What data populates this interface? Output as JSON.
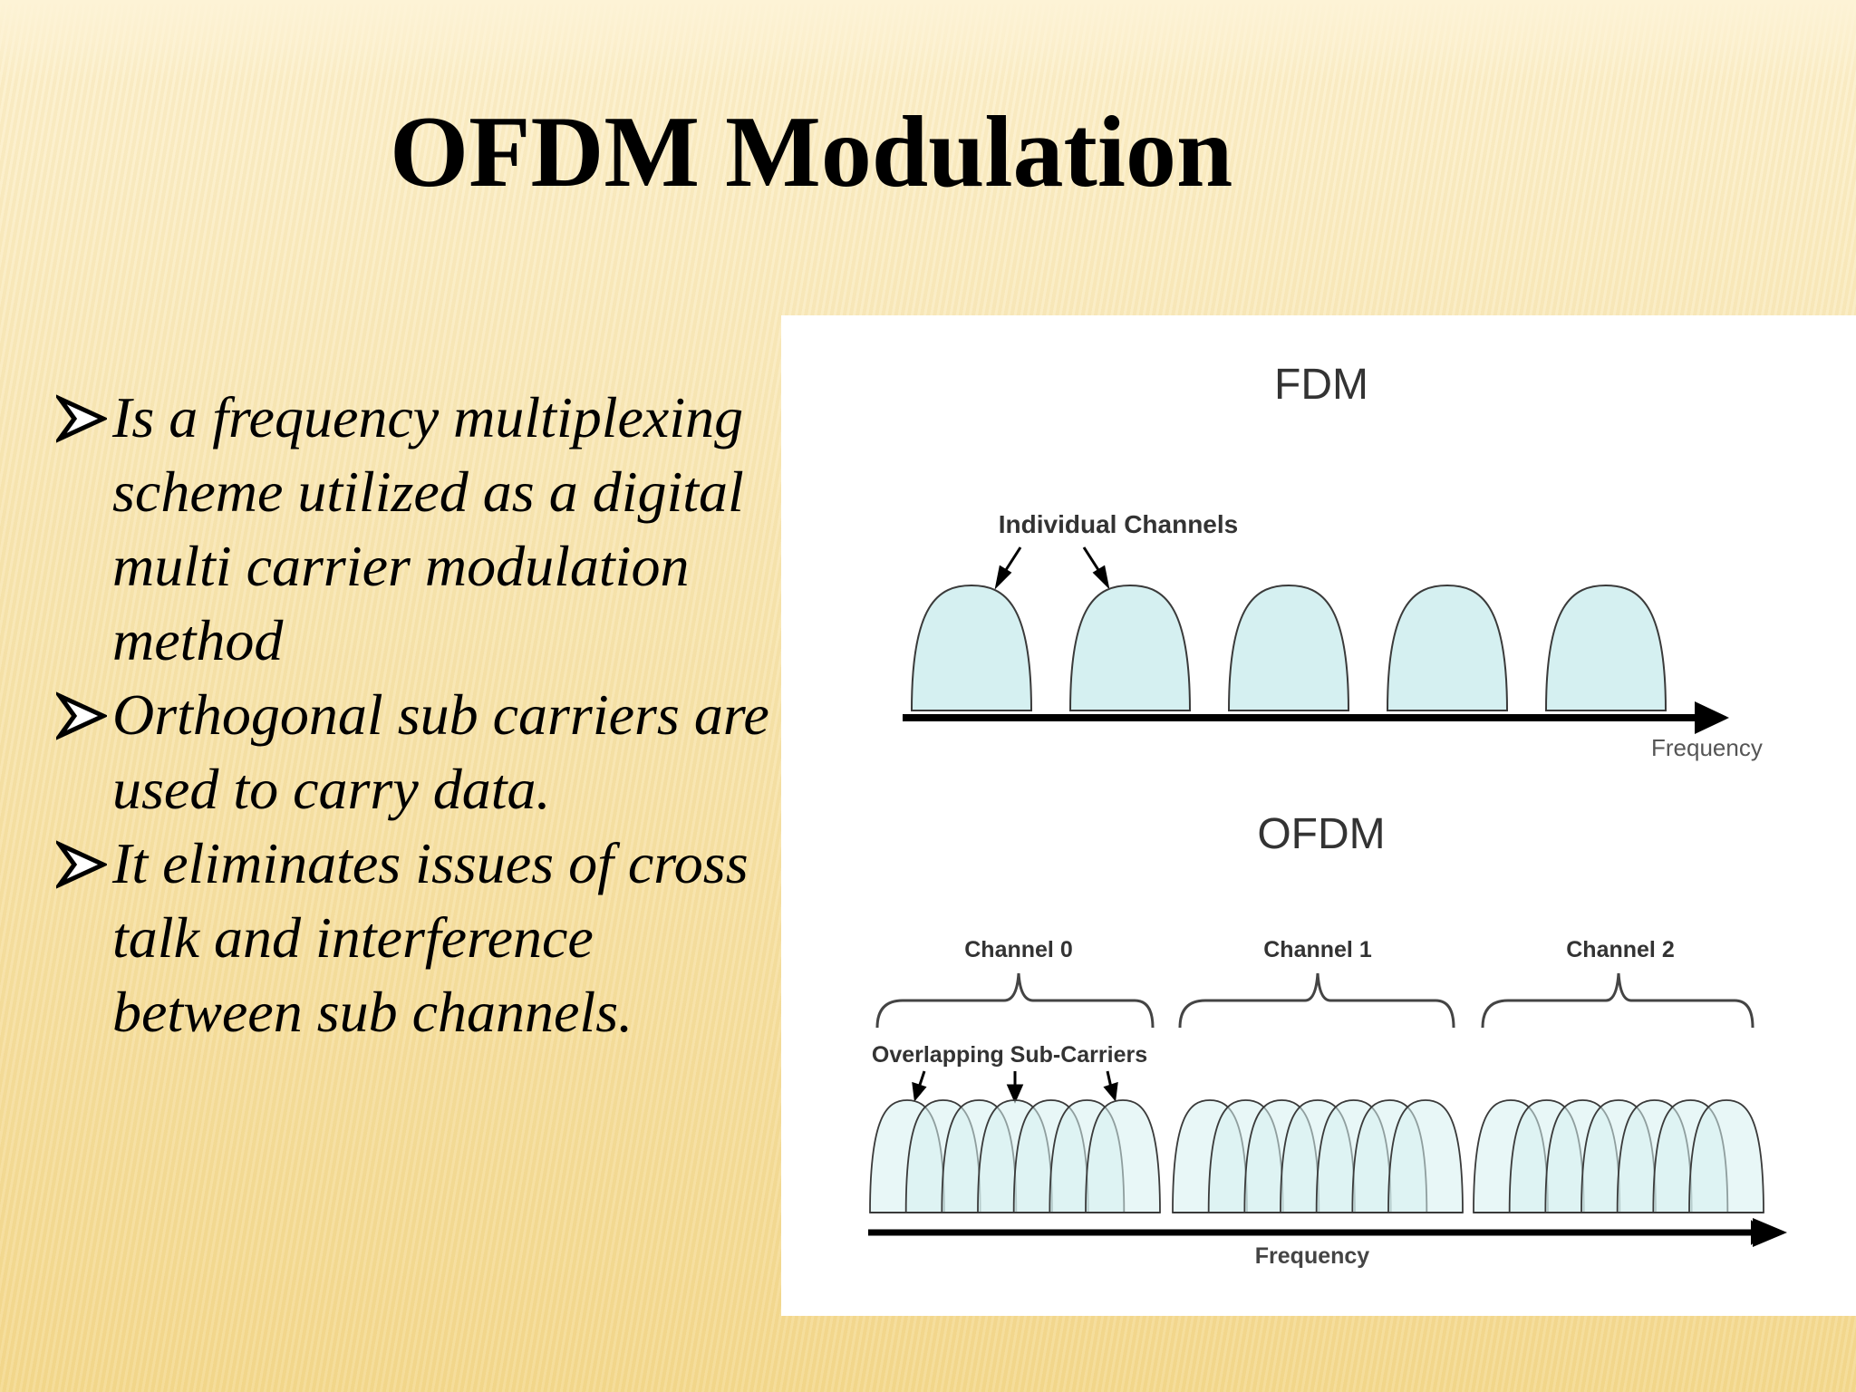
{
  "slide": {
    "title": "OFDM Modulation",
    "bullets": [
      "Is a frequency multiplexing scheme utilized as a digital multi carrier modulation method",
      "Orthogonal sub carriers are used to carry data.",
      "It eliminates issues of cross talk  and interference  between sub channels."
    ]
  },
  "diagram": {
    "fdm": {
      "title": "FDM",
      "annotation": "Individual Channels",
      "axis_label": "Frequency",
      "channel_count": 5
    },
    "ofdm": {
      "title": "OFDM",
      "channels": [
        "Channel 0",
        "Channel 1",
        "Channel 2"
      ],
      "annotation": "Overlapping Sub-Carriers",
      "subcarriers_per_channel": 7,
      "axis_label": "Frequency"
    },
    "colors": {
      "fill": "#d5f0f1",
      "stroke": "#3a3a3a",
      "axis": "#000000"
    }
  }
}
